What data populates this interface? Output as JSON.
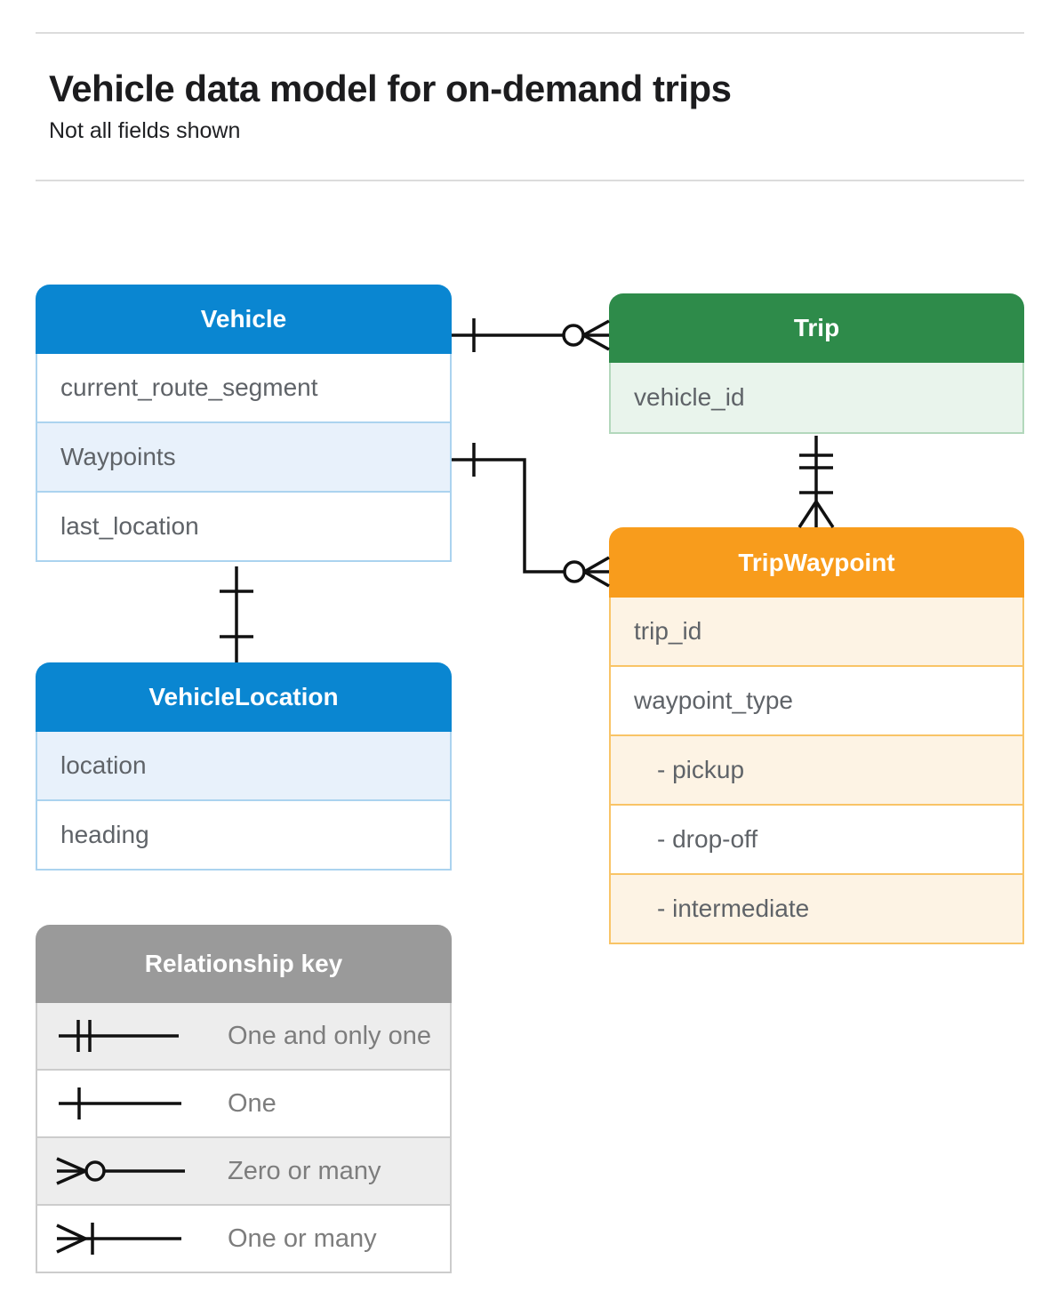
{
  "header": {
    "title": "Vehicle data model for on-demand trips",
    "subtitle": "Not all fields shown"
  },
  "entities": {
    "vehicle": {
      "title": "Vehicle",
      "fields": [
        "current_route_segment",
        "Waypoints",
        "last_location"
      ]
    },
    "trip": {
      "title": "Trip",
      "fields": [
        "vehicle_id"
      ]
    },
    "trip_waypoint": {
      "title": "TripWaypoint",
      "fields": [
        "trip_id",
        "waypoint_type",
        "- pickup",
        "- drop-off",
        "- intermediate"
      ]
    },
    "vehicle_location": {
      "title": "VehicleLocation",
      "fields": [
        "location",
        "heading"
      ]
    }
  },
  "relationships": [
    {
      "from": "Vehicle",
      "to": "Trip",
      "from_cardinality": "one",
      "to_cardinality": "zero-or-many"
    },
    {
      "from": "Vehicle.Waypoints",
      "to": "TripWaypoint",
      "from_cardinality": "one",
      "to_cardinality": "zero-or-many"
    },
    {
      "from": "Trip",
      "to": "TripWaypoint",
      "from_cardinality": "one-and-only-one",
      "to_cardinality": "one-or-many"
    },
    {
      "from": "Vehicle",
      "to": "VehicleLocation",
      "from_cardinality": "one",
      "to_cardinality": "one"
    }
  ],
  "legend": {
    "title": "Relationship key",
    "items": [
      {
        "symbol": "one-and-only-one",
        "label": "One and only one"
      },
      {
        "symbol": "one",
        "label": "One"
      },
      {
        "symbol": "zero-or-many",
        "label": "Zero or many"
      },
      {
        "symbol": "one-or-many",
        "label": "One or many"
      }
    ]
  },
  "colors": {
    "blue_header": "#0a86d1",
    "blue_row": "#e8f1fb",
    "blue_border": "#abd3ef",
    "green_header": "#2e8b4a",
    "green_row": "#e9f4ec",
    "green_border": "#b3d8bc",
    "orange_header": "#f89c1c",
    "orange_row": "#fdf3e4",
    "orange_border": "#f9c466",
    "key_header": "#9a9a9a",
    "key_row": "#ededed",
    "field_text": "#5f6368",
    "connector": "#111111"
  }
}
